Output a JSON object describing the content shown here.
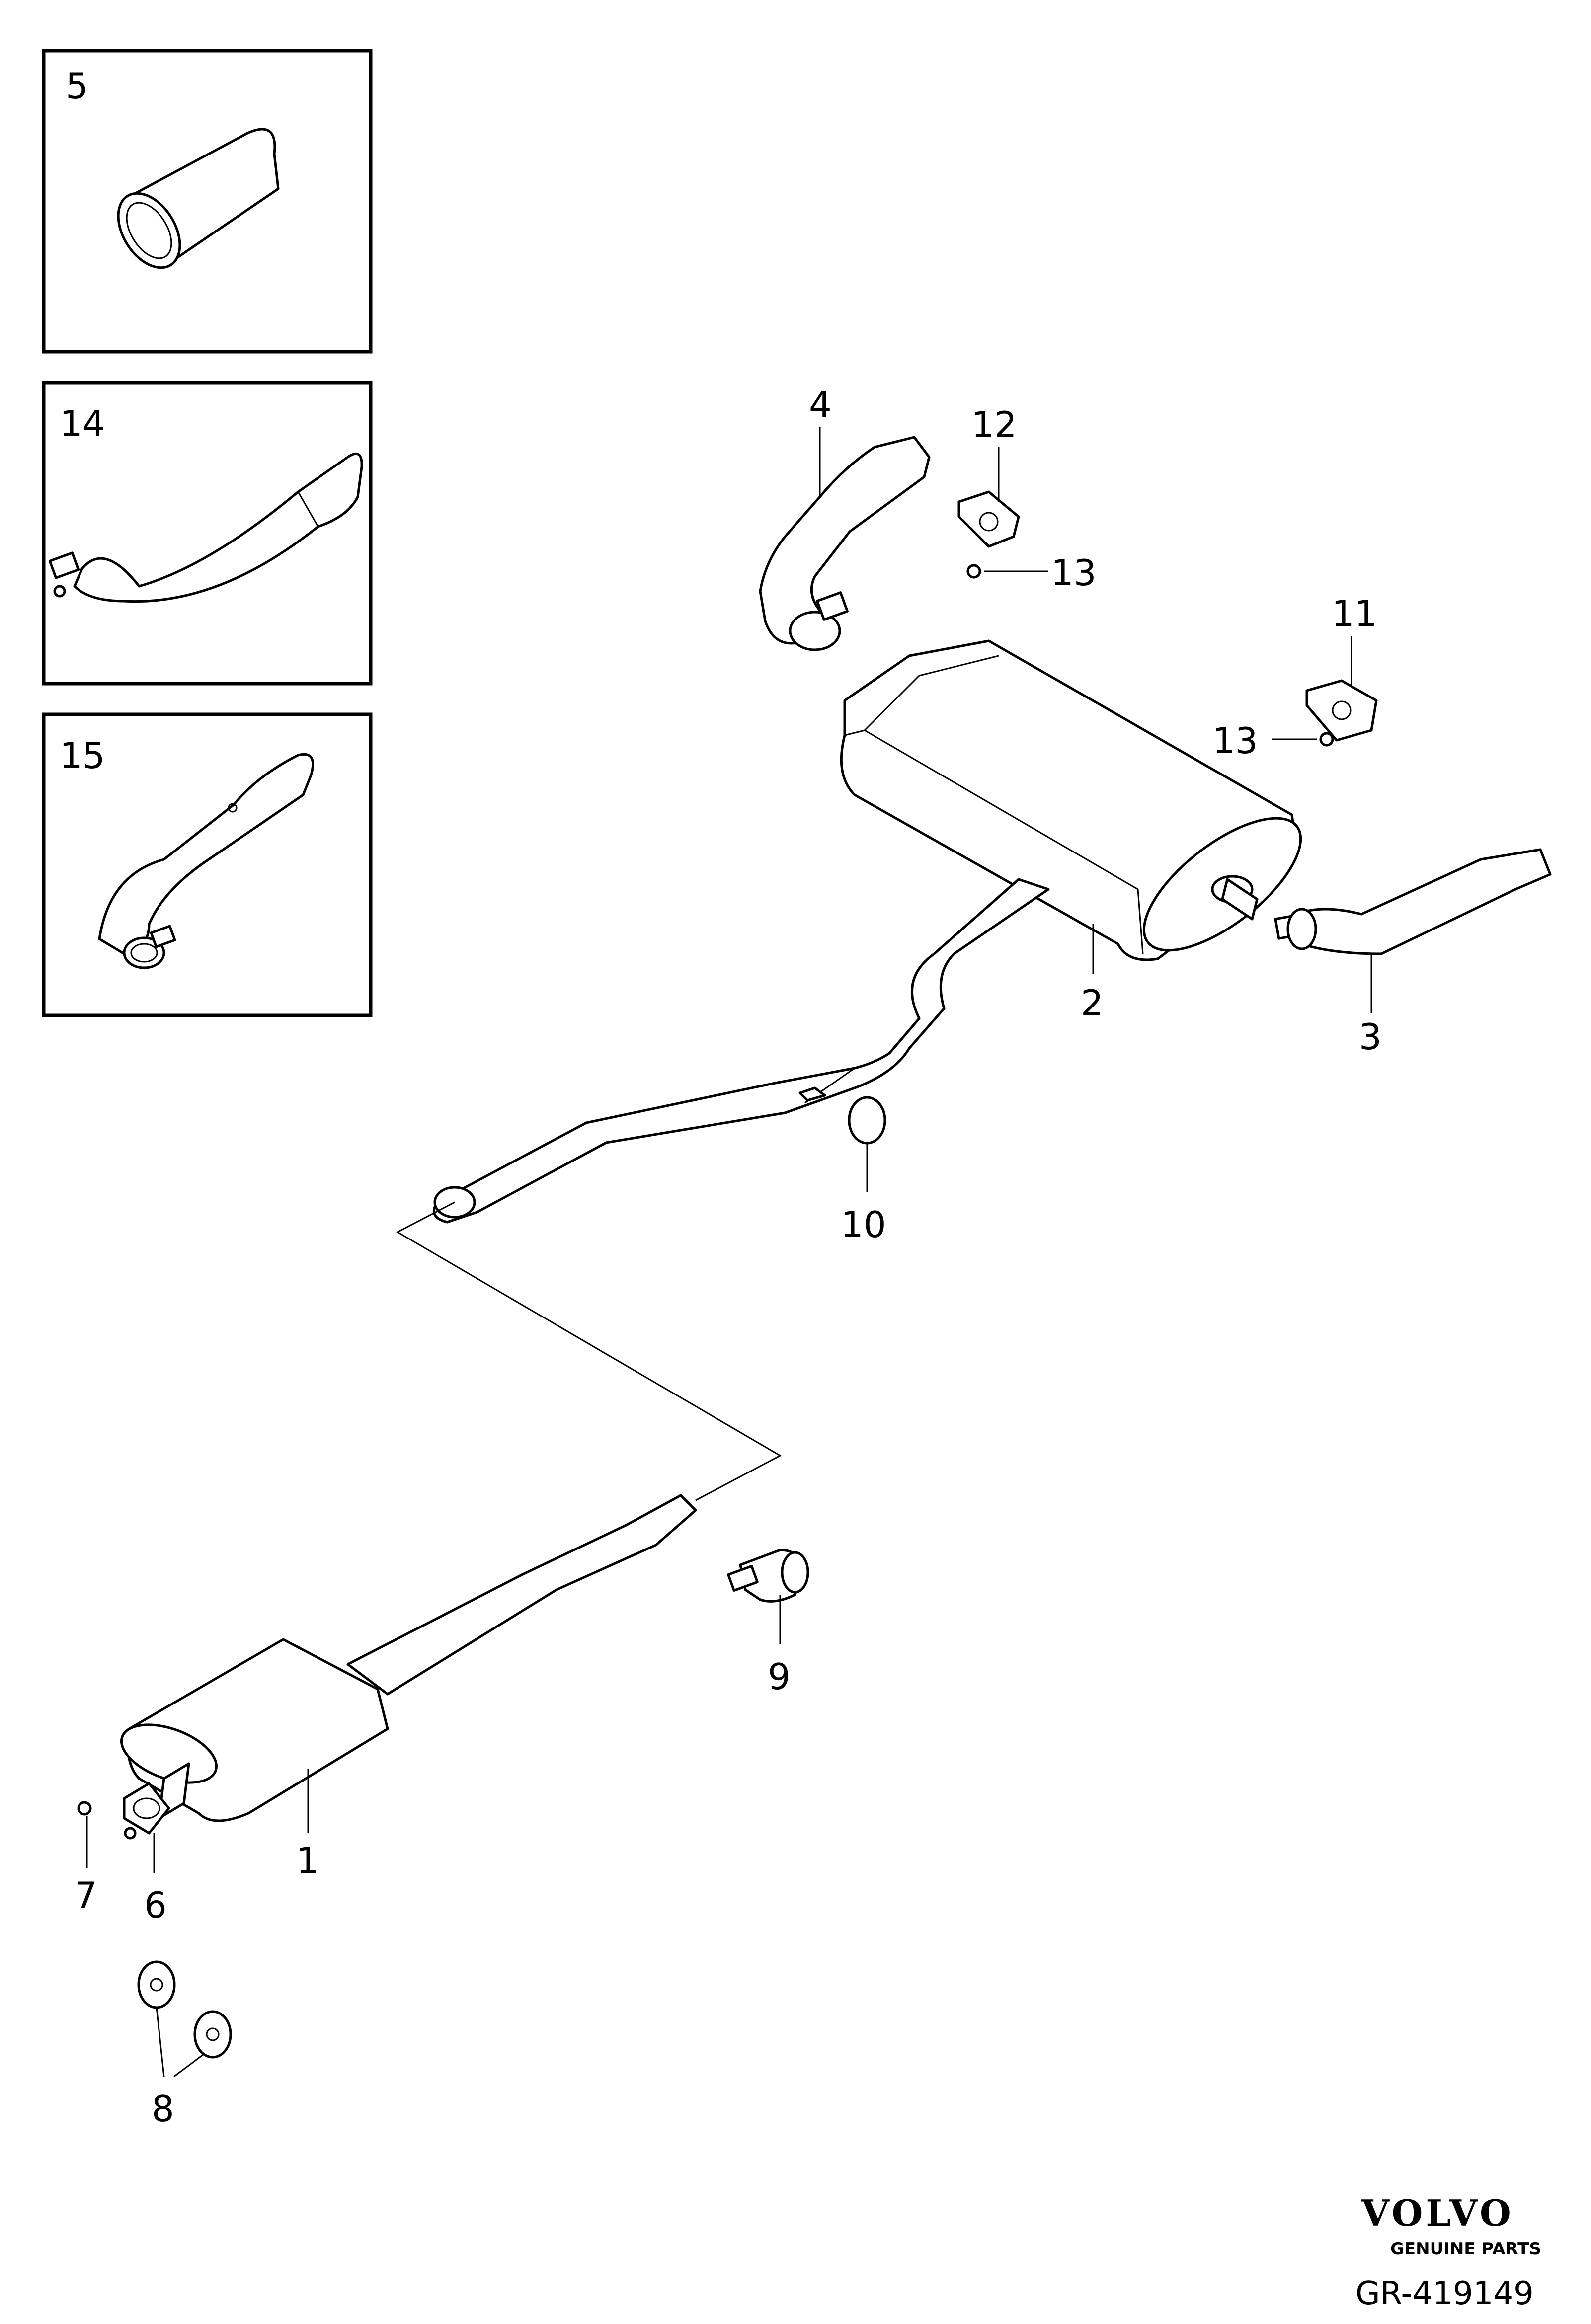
{
  "callouts": {
    "c1": "1",
    "c2": "2",
    "c3": "3",
    "c4": "4",
    "c5": "5",
    "c6": "6",
    "c7": "7",
    "c8": "8",
    "c9": "9",
    "c10": "10",
    "c11": "11",
    "c12": "12",
    "c13a": "13",
    "c13b": "13",
    "c14": "14",
    "c15": "15"
  },
  "branding": {
    "logo": "VOLVO",
    "tagline": "GENUINE PARTS",
    "reference": "GR-419149"
  }
}
